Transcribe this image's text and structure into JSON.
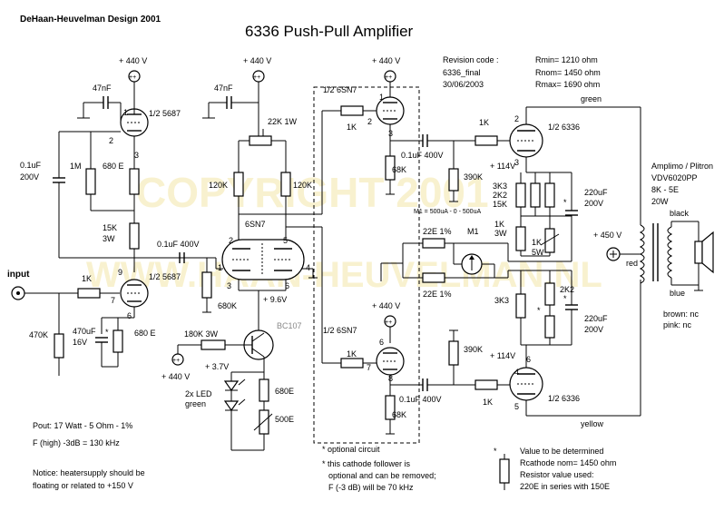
{
  "header": {
    "credit": "DeHaan-Heuvelman Design 2001",
    "title": "6336 Push-Pull Amplifier",
    "revision_label": "Revision code :",
    "revision_code": "6336_final",
    "revision_date": "30/06/2003",
    "rmin": "Rmin= 1210 ohm",
    "rnom": "Rnom= 1450 ohm",
    "rmax": "Rmax= 1690 ohm"
  },
  "watermark": {
    "line1": "COPYRIGHT 2001",
    "line2": "WWW.HAAN-HEUVELMAN.NL"
  },
  "supplies": {
    "b440_a": "+ 440 V",
    "b440_b": "+ 440 V",
    "b440_c": "+ 440 V",
    "b440_d": "+ 440 V",
    "b440_bias": "+ 440 V",
    "b450": "+ 450 V",
    "b114_top": "+ 114V",
    "b114_bot": "+ 114V",
    "v96": "+ 9.6V",
    "v37": "+ 3.7V",
    "plus": "++"
  },
  "components": {
    "c47n_a": "47nF",
    "c47n_b": "47nF",
    "c01_left": "0.1uF",
    "c01_left_v": "200V",
    "r1m": "1M",
    "r680e_top": "680 E",
    "r15k": "15K",
    "r15k_w": "3W",
    "r470k": "470K",
    "c470u": "470uF",
    "c470u_v": "16V",
    "r680e_bot": "680 E",
    "r1k_in": "1K",
    "r120k_a": "120K",
    "r120k_b": "120K",
    "r22k": "22K 1W",
    "c01_mid": "0.1uF 400V",
    "r680k": "680K",
    "r180k": "180K 3W",
    "bc107": "BC107",
    "r680e_led": "680E",
    "r500e": "500E",
    "led": "2x LED",
    "led_color": "green",
    "r1k_sn7_top": "1K",
    "r1k_sn7_bot": "1K",
    "r68k_top": "68K",
    "r68k_bot": "68K",
    "c01_top_r": "0.1uF 400V",
    "c01_bot_r": "0.1uF 400V",
    "r390k_top": "390K",
    "r390k_bot": "390K",
    "r1k_g_top": "1K",
    "r1k_g_bot": "1K",
    "r3k3": "3K3",
    "r2k2": "2K2",
    "r15k_r": "15K",
    "r1k_3w": "1K",
    "r1k_3w_w": "3W",
    "r1k_pot": "1K",
    "r1k_pot_w": "5W",
    "r3k3_bot": "3K3",
    "r2k2_bot": "2K2",
    "c220u_top": "220uF",
    "c220u_top_v": "200V",
    "c220u_bot": "220uF",
    "c220u_bot_v": "200V",
    "r22e_a": "22E 1%",
    "r22e_b": "22E 1%",
    "meter": "M1",
    "meter_range": "M1 = 500uA - 0 - 500uA",
    "star": "*"
  },
  "tubes": {
    "v1": "1/2  5687",
    "v2": "1/2  5687",
    "sn7_mid": "6SN7",
    "sn7_top": "1/2 6SN7",
    "sn7_bot": "1/2 6SN7",
    "out_top": "1/2 6336",
    "out_bot": "1/2 6336",
    "pins": [
      "1",
      "2",
      "3",
      "9",
      "7",
      "8",
      "6",
      "4",
      "5"
    ]
  },
  "transformer": {
    "make": "Amplimo / Plitron",
    "model": "VDV6020PP",
    "impedance": "8K - 5E",
    "power": "20W",
    "black": "black",
    "blue": "blue",
    "red": "red",
    "green": "green",
    "yellow": "yellow",
    "brown": "brown: nc",
    "pink": "pink: nc"
  },
  "io": {
    "input": "input"
  },
  "notes": {
    "pout": "Pout: 17 Watt - 5 Ohm  - 1%",
    "f3db": "F (high) -3dB = 130 kHz",
    "heater1": "Notice: heatersupply should be",
    "heater2": "floating or related to +150 V",
    "opt": "* optional circuit",
    "cf1": "* this cathode follower is",
    "cf2": "optional and can be removed;",
    "cf3": "F (-3 dB) will be 70 kHz",
    "det1": "Value to be determined",
    "det2": "Rcathode nom= 1450 ohm",
    "det3": "Resistor value used:",
    "det4": "220E in series with 150E"
  }
}
